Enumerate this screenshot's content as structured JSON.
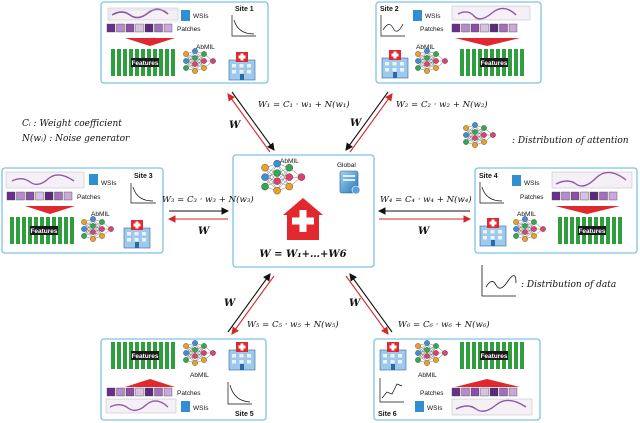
{
  "colors": {
    "panel_border": "#7ec3e6",
    "feature_green": "#2e9e3e",
    "arrow_red": "#d62728",
    "arrow_black": "#111111",
    "hospital_red": "#e0282e",
    "patch_purple": "#7a3b9a"
  },
  "labels": {
    "wsis": "WSIs",
    "patches": "Patches",
    "features": "Features",
    "abmil": "AbMIL",
    "global": "Global"
  },
  "sites": [
    {
      "name": "Site 1",
      "formula": "W₁ = C₁ · w₁ + N(w₁)"
    },
    {
      "name": "Site 2",
      "formula": "W₂ = C₂ · w₂ + N(w₂)"
    },
    {
      "name": "Site 3",
      "formula": "W₃ = C₃ · w₃ + N(w₃)"
    },
    {
      "name": "Site 4",
      "formula": "W₄ = C₄ · w₄ + N(w₄)"
    },
    {
      "name": "Site 5",
      "formula": "W₅ = C₅ · w₅ + N(w₅)"
    },
    {
      "name": "Site 6",
      "formula": "W₆ = C₆ · w₆ + N(w₆)"
    }
  ],
  "return_label": "W",
  "center_equation": "W = W₁+…+W6",
  "legend": {
    "weight_coefficient": "Cᵢ : Weight coefficient",
    "noise_generator": "N(wᵢ) : Noise generator",
    "attention": ": Distribution of attention",
    "data": ": Distribution of data"
  }
}
